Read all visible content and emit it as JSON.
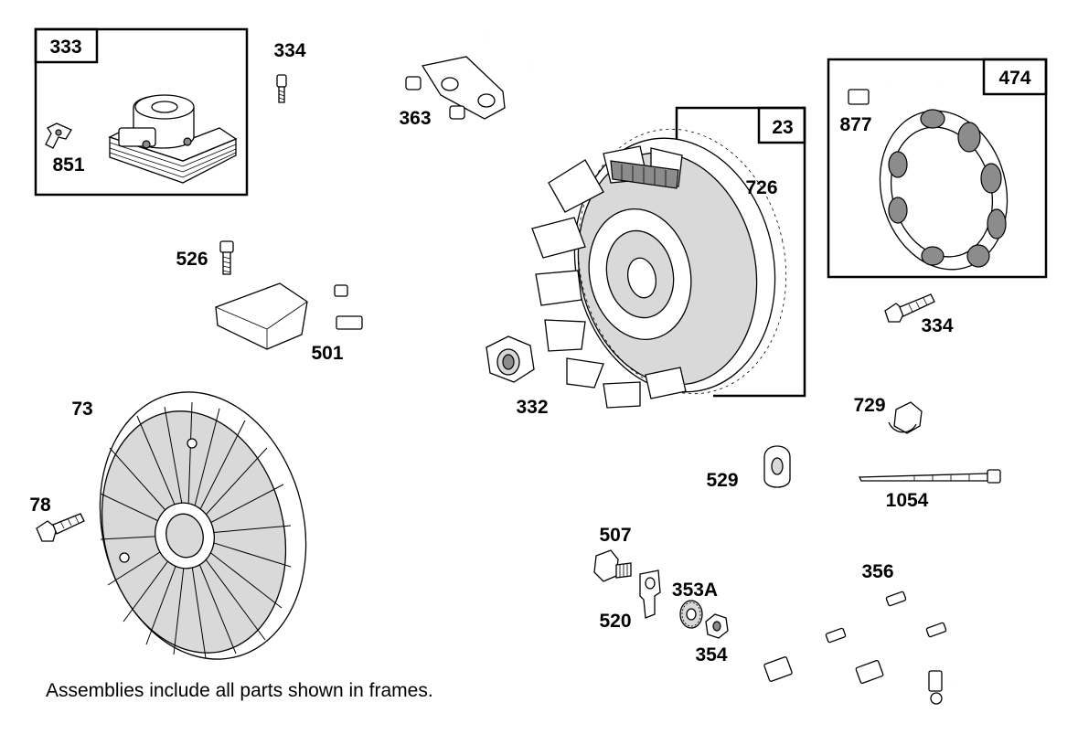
{
  "title": "",
  "footnote": "Assemblies include all parts shown in frames.",
  "frames": [
    {
      "id": "frame-333",
      "label": "333"
    },
    {
      "id": "frame-23",
      "label": "23"
    },
    {
      "id": "frame-474",
      "label": "474"
    }
  ],
  "parts": {
    "p851": "851",
    "p334a": "334",
    "p363": "363",
    "p726": "726",
    "p877": "877",
    "p526": "526",
    "p501": "501",
    "p334b": "334",
    "p332": "332",
    "p73": "73",
    "p78": "78",
    "p729": "729",
    "p529": "529",
    "p1054": "1054",
    "p507": "507",
    "p520": "520",
    "p353a": "353A",
    "p354": "354",
    "p356": "356"
  }
}
